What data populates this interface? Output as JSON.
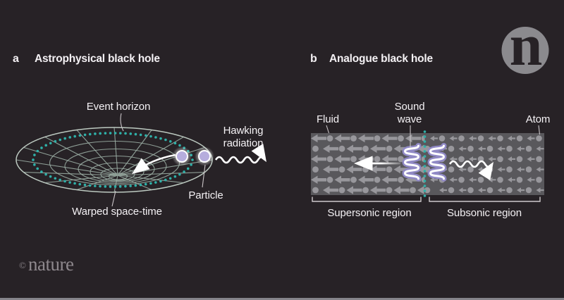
{
  "colors": {
    "background": "#272226",
    "text": "#f4f1f4",
    "band": "#59585c",
    "flow": "#98979c",
    "teal": "#2fb0a8",
    "particle_fill": "#b6addd",
    "grid": "#9db0a6",
    "squiggle_edge": "#9089c5",
    "logo_circle": "#8b8a8e",
    "brand_text": "#8e888d",
    "callout": "#c9c4c7",
    "bottom_bar": "#85848a"
  },
  "panel_a": {
    "key": "a",
    "title": "Astrophysical black hole",
    "labels": {
      "event_horizon": "Event horizon",
      "hawking_line1": "Hawking",
      "hawking_line2": "radiation",
      "particle": "Particle",
      "warped_spacetime": "Warped space-time"
    }
  },
  "panel_b": {
    "key": "b",
    "title": "Analogue black hole",
    "labels": {
      "fluid": "Fluid",
      "sound_line1": "Sound",
      "sound_line2": "wave",
      "atom": "Atom",
      "supersonic_region": "Supersonic region",
      "subsonic_region": "Subsonic region"
    }
  },
  "branding": {
    "logo_letter": "n",
    "copyright_symbol": "©",
    "wordmark": "nature"
  }
}
